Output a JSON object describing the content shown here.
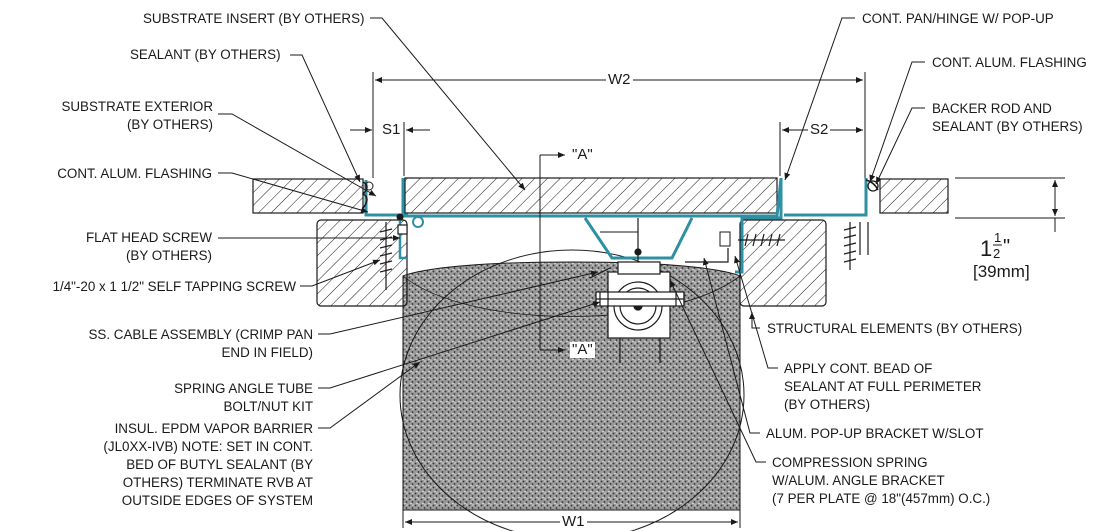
{
  "colors": {
    "line": "#1a1a1a",
    "accent": "#2f8fa3",
    "insul": "#555555"
  },
  "labels": {
    "substrate_insert": "SUBSTRATE INSERT (BY OTHERS)",
    "sealant": "SEALANT (BY OTHERS)",
    "substrate_exterior_1": "SUBSTRATE EXTERIOR",
    "substrate_exterior_2": "(BY OTHERS)",
    "cont_alum_flashing_left": "CONT. ALUM. FLASHING",
    "flat_head_screw_1": "FLAT HEAD SCREW",
    "flat_head_screw_2": "(BY OTHERS)",
    "self_tapping_screw": "1/4\"-20 x 1 1/2\" SELF TAPPING SCREW",
    "ss_cable_1": "SS. CABLE ASSEMBLY (CRIMP PAN",
    "ss_cable_2": "END IN FIELD)",
    "spring_tube_1": "SPRING ANGLE TUBE",
    "spring_tube_2": "BOLT/NUT KIT",
    "insul_1": "INSUL. EPDM VAPOR BARRIER",
    "insul_2": "(JL0XX-IVB) NOTE: SET IN CONT.",
    "insul_3": "BED OF BUTYL SEALANT (BY",
    "insul_4": "OTHERS) TERMINATE RVB AT",
    "insul_5": "OUTSIDE EDGES OF SYSTEM",
    "cont_pan": "CONT. PAN/HINGE W/ POP-UP",
    "cont_alum_flashing_right": "CONT. ALUM. FLASHING",
    "backer_rod_1": "BACKER ROD AND",
    "backer_rod_2": "SEALANT (BY OTHERS)",
    "structural": "STRUCTURAL ELEMENTS (BY OTHERS)",
    "apply_bead_1": "APPLY CONT. BEAD OF",
    "apply_bead_2": "SEALANT AT FULL PERIMETER",
    "apply_bead_3": "(BY OTHERS)",
    "popup_bracket": "ALUM. POP-UP BRACKET W/SLOT",
    "compression_1": "COMPRESSION SPRING",
    "compression_2": "W/ALUM. ANGLE BRACKET",
    "compression_3": "(7 PER PLATE @ 18\"(457mm) O.C.)"
  },
  "dimensions": {
    "w1": "W1",
    "w2": "W2",
    "s1": "S1",
    "s2": "S2",
    "section_top": "\"A\"",
    "section_bottom": "\"A\"",
    "height_whole": "1",
    "height_num": "1",
    "height_den": "2",
    "height_inch": "\"",
    "height_mm": "[39mm]"
  }
}
